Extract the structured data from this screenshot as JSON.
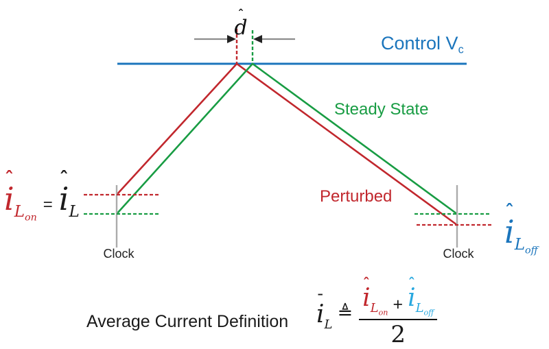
{
  "colors": {
    "blue": "#1B75BC",
    "green": "#189C43",
    "red": "#C1272D",
    "formula-blue": "#29A8DF",
    "arrow-gray": "#8C8C8C",
    "clock-gray": "#ABABAB",
    "ink": "#1A1A1A"
  },
  "annotations": {
    "d_hat": {
      "hat": "ˆ",
      "base": "d"
    },
    "control": {
      "text": "Control V",
      "sub": "c"
    },
    "steady_state": "Steady State",
    "perturbed": "Perturbed",
    "clock_left": "Clock",
    "clock_right": "Clock"
  },
  "left_peak": {
    "i_hat_on": {
      "hat": "ˆ",
      "base": "i",
      "sub": "L",
      "subsub": "on"
    },
    "equals": "=",
    "i_hat": {
      "hat": "ˆ",
      "base": "i",
      "sub": "L"
    }
  },
  "right_peak": {
    "i_hat_off": {
      "hat": "ˆ",
      "base": "i",
      "sub": "L",
      "subsub": "off"
    }
  },
  "footer": {
    "caption": "Average Current Definition",
    "formula": {
      "lhs": {
        "bar": "¯",
        "base": "i",
        "sub": "L"
      },
      "defeq": "≜",
      "num_left": {
        "hat": "ˆ",
        "base": "i",
        "sub": "L",
        "subsub": "on"
      },
      "plus": "+",
      "num_right": {
        "hat": "ˆ",
        "base": "i",
        "sub": "L",
        "subsub": "off"
      },
      "den": "2"
    }
  }
}
